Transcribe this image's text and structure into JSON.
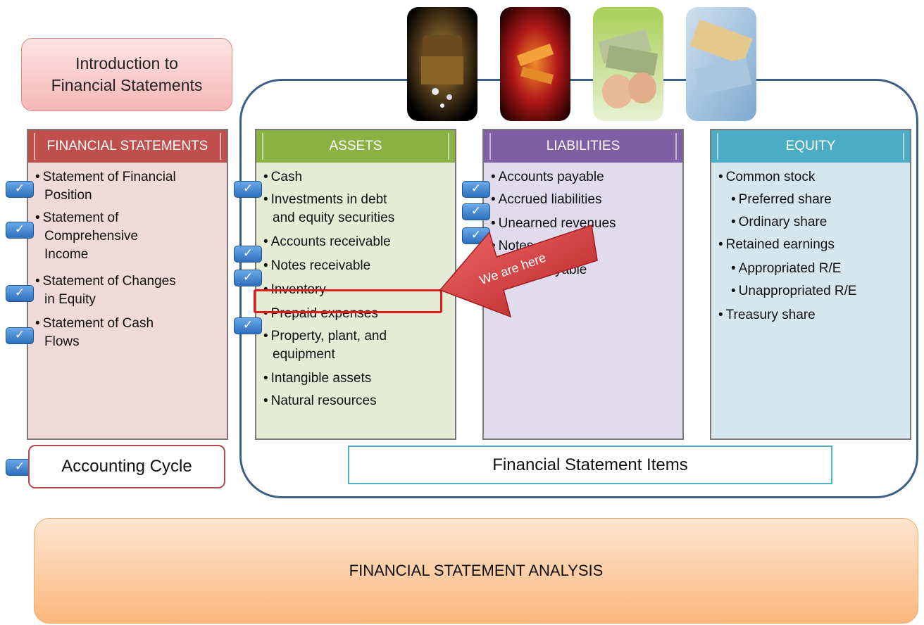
{
  "intro": {
    "line1": "Introduction to",
    "line2": "Financial Statements"
  },
  "photos": [
    {
      "name": "treasure-chest-photo"
    },
    {
      "name": "gold-bars-photo"
    },
    {
      "name": "cash-in-hands-photo"
    },
    {
      "name": "currency-notes-photo"
    }
  ],
  "columns": {
    "financial_statements": {
      "title": "FINANCIAL STATEMENTS",
      "items": [
        {
          "lines": [
            "Statement of Financial",
            "Position"
          ],
          "checked": true
        },
        {
          "lines": [
            "Statement of",
            "Comprehensive",
            "Income"
          ],
          "checked": true
        },
        {
          "lines": [
            "Statement of Changes",
            "in Equity"
          ],
          "checked": true
        },
        {
          "lines": [
            "Statement of Cash",
            "Flows"
          ],
          "checked": true
        }
      ]
    },
    "assets": {
      "title": "ASSETS",
      "items": [
        {
          "lines": [
            "Cash"
          ],
          "checked": true
        },
        {
          "lines": [
            "Investments in debt",
            "and equity securities"
          ],
          "checked": false
        },
        {
          "lines": [
            "Accounts receivable"
          ],
          "checked": true
        },
        {
          "lines": [
            "Notes receivable"
          ],
          "checked": true
        },
        {
          "lines": [
            "Inventory"
          ],
          "checked": false
        },
        {
          "lines": [
            "Prepaid expenses"
          ],
          "checked": true
        },
        {
          "lines": [
            "Property, plant, and",
            "equipment"
          ],
          "checked": false
        },
        {
          "lines": [
            "Intangible assets"
          ],
          "checked": false
        },
        {
          "lines": [
            "Natural resources"
          ],
          "checked": false
        }
      ]
    },
    "liabilities": {
      "title": "LIABILITIES",
      "items": [
        {
          "lines": [
            "Accounts payable"
          ],
          "checked": true
        },
        {
          "lines": [
            "Accrued liabilities"
          ],
          "checked": true
        },
        {
          "lines": [
            "Unearned revenues"
          ],
          "checked": true
        },
        {
          "lines": [
            "Notes payable"
          ],
          "checked": false
        },
        {
          "lines": [
            "Bonds payable"
          ],
          "checked": false
        }
      ]
    },
    "equity": {
      "title": "EQUITY",
      "items": [
        {
          "text": "Common stock",
          "level": 0
        },
        {
          "text": "Preferred share",
          "level": 1
        },
        {
          "text": "Ordinary share",
          "level": 1
        },
        {
          "text": "Retained earnings",
          "level": 0
        },
        {
          "text": "Appropriated R/E",
          "level": 1
        },
        {
          "text": "Unappropriated R/E",
          "level": 1
        },
        {
          "text": "Treasury share",
          "level": 0
        }
      ]
    }
  },
  "arrow_label": "We are here",
  "accounting_cycle": {
    "label": "Accounting Cycle",
    "checked": true
  },
  "fs_items_label": "Financial Statement Items",
  "fsa_label": "FINANCIAL STATEMENT ANALYSIS",
  "colors": {
    "fs_header": "#c0504d",
    "fs_body": "#efd9d9",
    "assets_header": "#8bb043",
    "assets_body": "#e4ecd6",
    "liabilities_header": "#7f5ea4",
    "liabilities_body": "#e1dced",
    "equity_header": "#4bacc6",
    "equity_body": "#d5e6ee",
    "check": "#3b7fd0",
    "highlight": "#e3191c",
    "arrow": "#d9393b"
  }
}
